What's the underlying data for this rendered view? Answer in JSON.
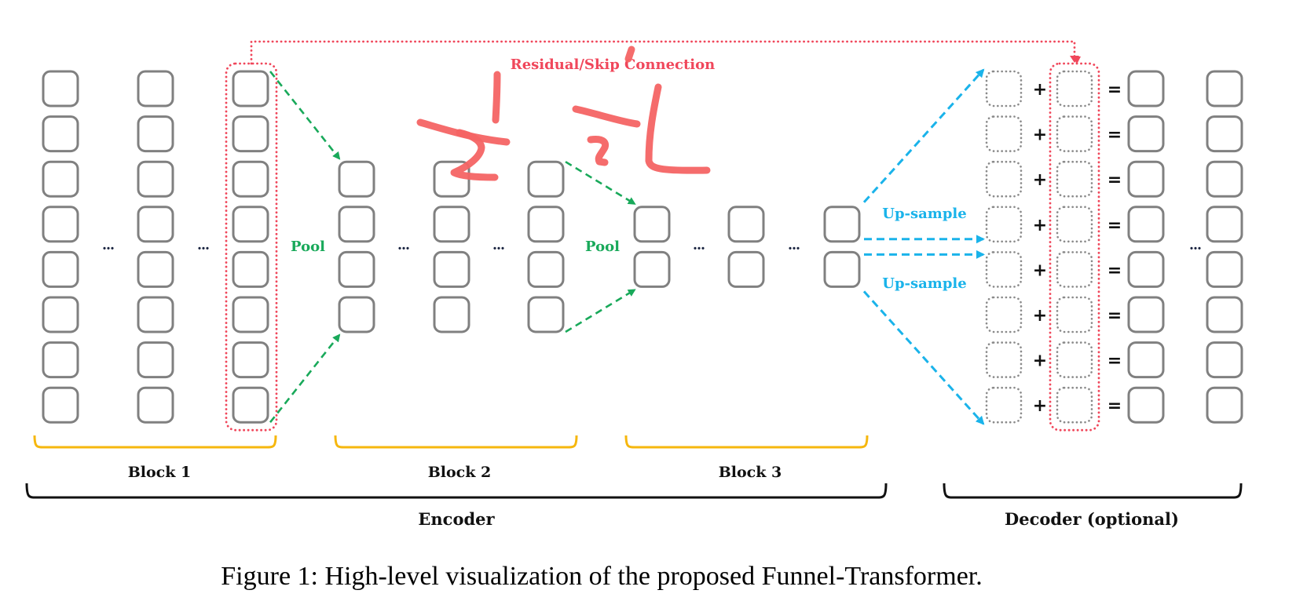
{
  "figure": {
    "caption": "Figure 1: High-level visualization of the proposed Funnel-Transformer.",
    "colors": {
      "token_border": "#808080",
      "residual": "#f0475b",
      "pool": "#19a95a",
      "upsample": "#1ab3ea",
      "block_brace": "#f6b70e",
      "section_brace": "#111111",
      "annotation_ink": "#f46464"
    }
  },
  "encoder": {
    "label": "Encoder",
    "blocks": [
      {
        "label": "Block 1",
        "sequence_length": 8,
        "layers_shown": 3,
        "ellipsis": "..."
      },
      {
        "label": "Block 2",
        "sequence_length": 4,
        "layers_shown": 3,
        "ellipsis": "..."
      },
      {
        "label": "Block 3",
        "sequence_length": 2,
        "layers_shown": 3,
        "ellipsis": "..."
      }
    ],
    "pool_labels": [
      "Pool",
      "Pool"
    ]
  },
  "connections": {
    "residual_label": "Residual/Skip Connection",
    "upsample_labels": [
      "Up-sample",
      "Up-sample"
    ]
  },
  "decoder": {
    "label": "Decoder (optional)",
    "sequence_length": 8,
    "plus_symbol": "+",
    "equals_symbol": "=",
    "ellipsis": "..."
  },
  "annotation": {
    "description": "hand-drawn red ink strokes (Chinese characters) over the figure"
  }
}
